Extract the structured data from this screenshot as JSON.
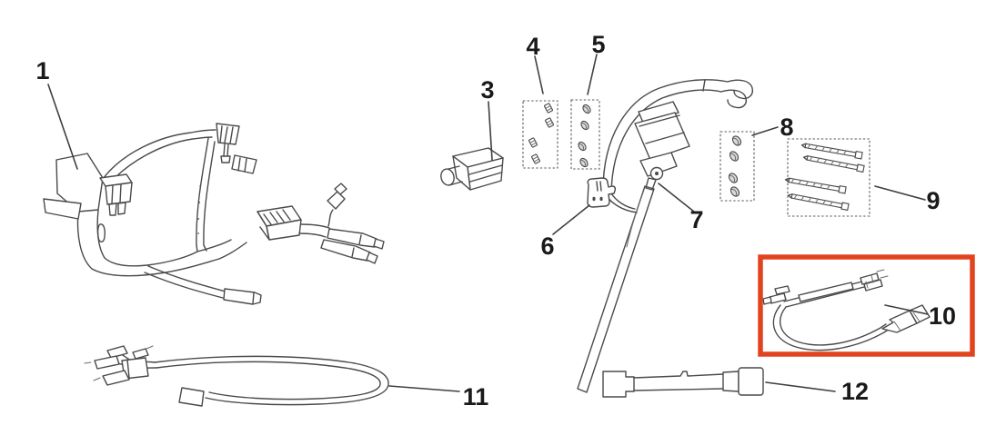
{
  "diagram": {
    "background_color": "#ffffff",
    "line_art_color": "#4a4a4a",
    "label_color": "#1a1a1a",
    "highlight_box_color": "#e2431f",
    "highlighted_part_label": "10",
    "labels": {
      "part1": "1",
      "part3": "3",
      "part4": "4",
      "part5": "5",
      "part6": "6",
      "part7": "7",
      "part8": "8",
      "part9": "9",
      "part10": "10",
      "part11": "11",
      "part12": "12"
    }
  }
}
